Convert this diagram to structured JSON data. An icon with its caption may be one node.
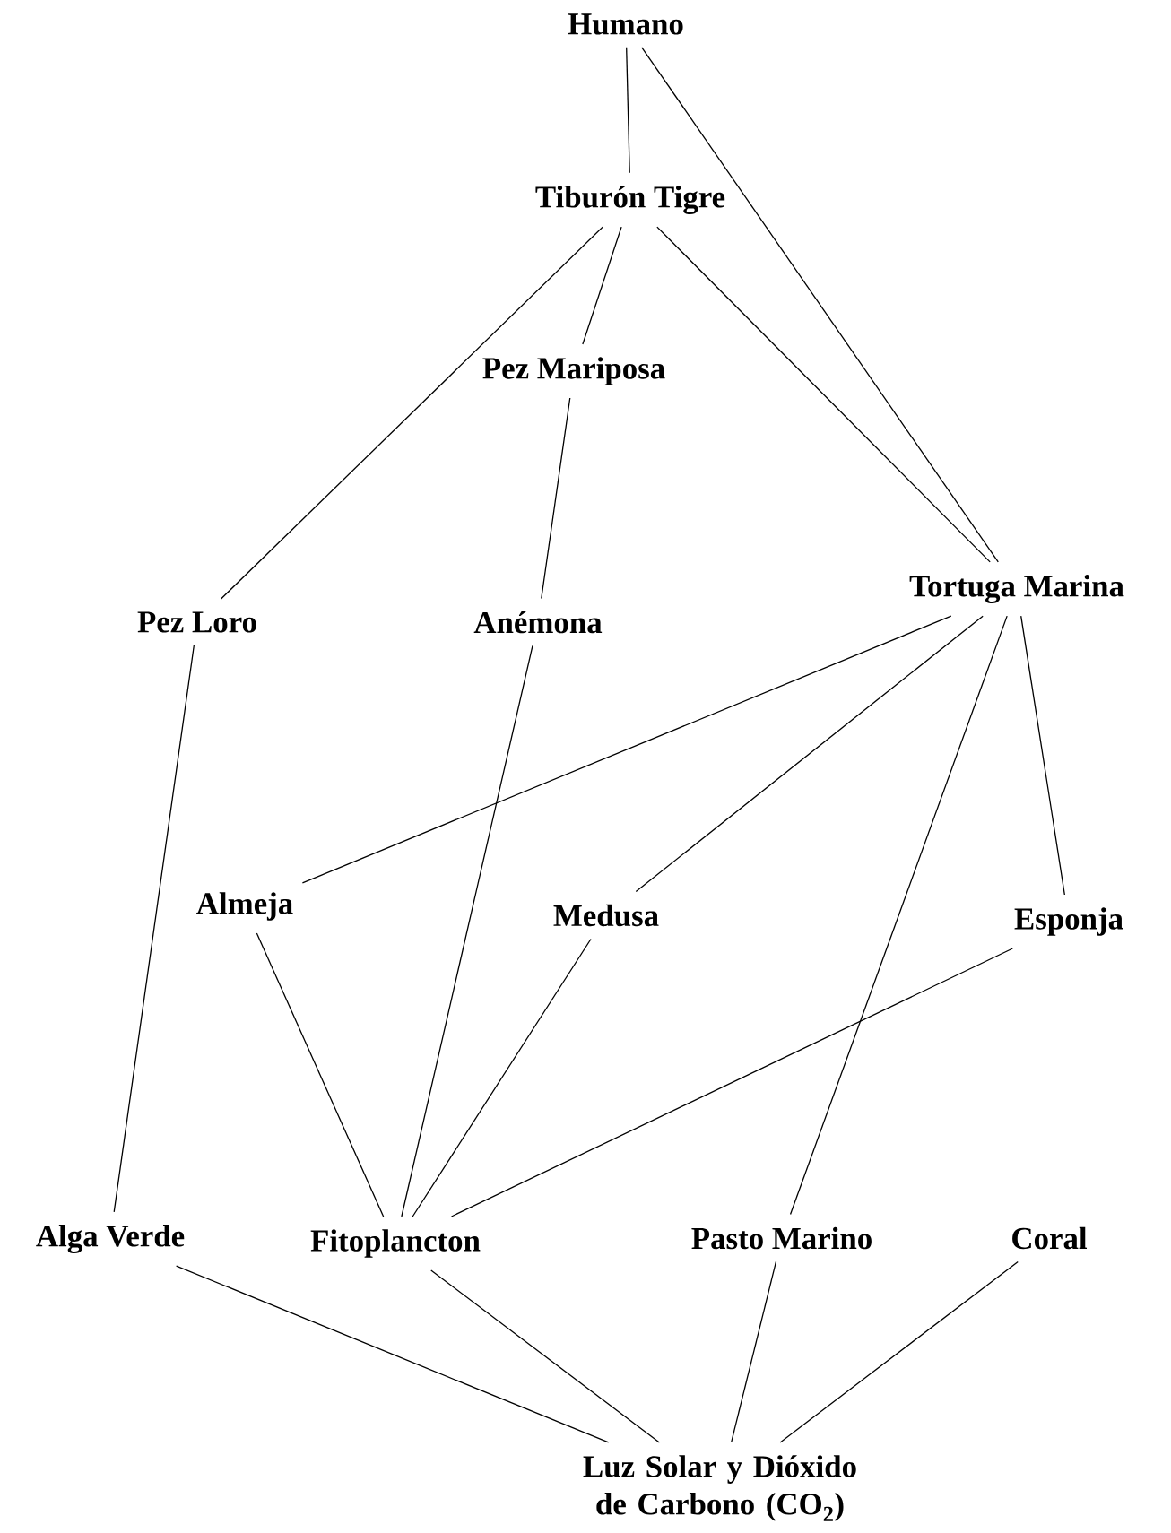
{
  "diagram": {
    "nodes": [
      {
        "text": [
          "Humano"
        ]
      },
      {
        "text": [
          "Tiburón Tigre"
        ]
      },
      {
        "text": [
          "Pez Mariposa"
        ]
      },
      {
        "text": [
          "Pez Loro"
        ]
      },
      {
        "text": [
          "Anémona"
        ]
      },
      {
        "text": [
          "Tortuga Marina"
        ]
      },
      {
        "text": [
          "Almeja"
        ]
      },
      {
        "text": [
          "Medusa"
        ]
      },
      {
        "text": [
          "Esponja"
        ]
      },
      {
        "text": [
          "Alga Verde"
        ]
      },
      {
        "text": [
          "Fitoplancton"
        ]
      },
      {
        "text": [
          "Pasto Marino"
        ]
      },
      {
        "text": [
          "Coral"
        ]
      },
      {
        "text": [
          "Luz Solar y Dióxido de Carbono (CO$_{2}$)"
        ]
      }
    ],
    "edges": [
      {
        "from": 0,
        "to": 1,
        "arrow": "none"
      },
      {
        "from": 0,
        "to": 5,
        "arrow": "none"
      },
      {
        "from": 1,
        "to": 3,
        "arrow": "none"
      },
      {
        "from": 1,
        "to": 2,
        "arrow": "none"
      },
      {
        "from": 1,
        "to": 5,
        "arrow": "none"
      },
      {
        "from": 2,
        "to": 4,
        "arrow": "none"
      },
      {
        "from": 5,
        "to": 6,
        "arrow": "none"
      },
      {
        "from": 5,
        "to": 7,
        "arrow": "none"
      },
      {
        "from": 5,
        "to": 11,
        "arrow": "none"
      },
      {
        "from": 5,
        "to": 8,
        "arrow": "none"
      },
      {
        "from": 3,
        "to": 9,
        "arrow": "none"
      },
      {
        "from": 4,
        "to": 10,
        "arrow": "none"
      },
      {
        "from": 6,
        "to": 10,
        "arrow": "none"
      },
      {
        "from": 7,
        "to": 10,
        "arrow": "none"
      },
      {
        "from": 8,
        "to": 10,
        "arrow": "none"
      },
      {
        "from": 9,
        "to": 13,
        "arrow": "none"
      },
      {
        "from": 10,
        "to": 13,
        "arrow": "none"
      },
      {
        "from": 11,
        "to": 13,
        "arrow": "none"
      },
      {
        "from": 12,
        "to": 13,
        "arrow": "none"
      }
    ]
  }
}
